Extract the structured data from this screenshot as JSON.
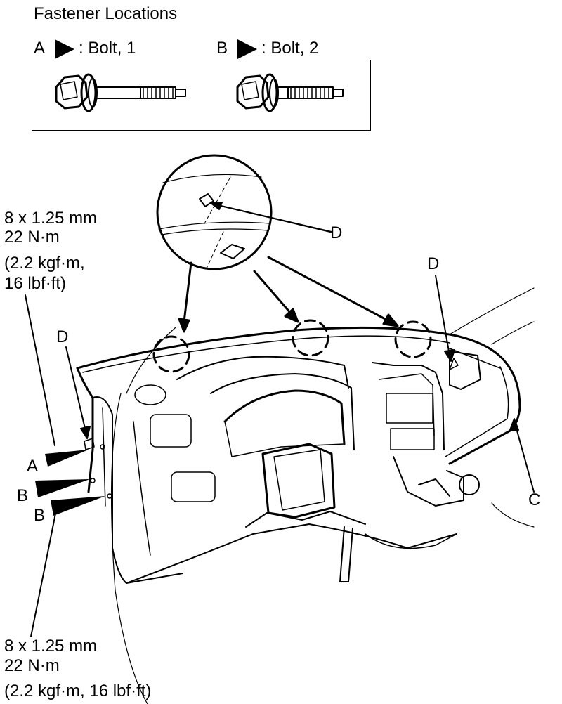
{
  "legend": {
    "title": "Fastener Locations",
    "items": [
      {
        "letter": "A",
        "text": ": Bolt, 1"
      },
      {
        "letter": "B",
        "text": ": Bolt, 2"
      }
    ]
  },
  "specs": {
    "top": [
      "8 x 1.25 mm",
      "22 N·m",
      "(2.2 kgf·m,",
      "16 lbf·ft)"
    ],
    "bottom": [
      "8 x 1.25 mm",
      "22 N·m",
      "(2.2 kgf·m, 16 lbf·ft)"
    ]
  },
  "callouts": {
    "d_detail": "D",
    "d_right": "D",
    "d_left": "D",
    "a": "A",
    "b1": "B",
    "b2": "B",
    "c": "C"
  }
}
